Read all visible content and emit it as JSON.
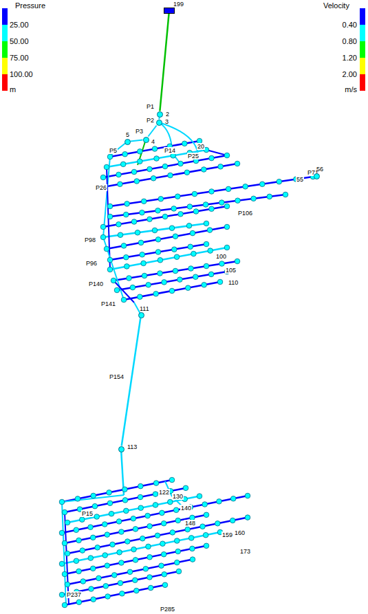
{
  "diagram": {
    "nodes": [
      {
        "text": [
          "199"
        ]
      },
      {
        "text": [
          "2"
        ]
      },
      {
        "text": [
          "3"
        ]
      },
      {
        "text": [
          "4"
        ]
      },
      {
        "text": [
          "5"
        ]
      },
      {
        "text": [
          "111"
        ]
      },
      {
        "text": [
          "113"
        ]
      },
      {
        "text": [
          "56"
        ]
      }
    ],
    "edges": [
      {
        "from": 0,
        "to": 1,
        "arrow": "none",
        "label": "P1"
      },
      {
        "from": 1,
        "to": 2,
        "arrow": "none",
        "label": "P2"
      },
      {
        "from": 2,
        "to": 3,
        "arrow": "none",
        "label": "P3"
      },
      {
        "from": 3,
        "to": 4,
        "arrow": "none"
      },
      {
        "from": 5,
        "to": 6,
        "arrow": "none",
        "label": "P154"
      }
    ],
    "labels": [
      "Pressure",
      "Velocity",
      "P5",
      "P14",
      "20",
      "P25",
      "P71",
      "55",
      "P106",
      "P98",
      "P96",
      "P26",
      "P140",
      "P141",
      "100",
      "105",
      "110",
      "122",
      "130",
      "140",
      "148",
      "P15",
      "159",
      "160",
      "173",
      "P237",
      "P285"
    ],
    "legend": [
      {
        "text": "25.00",
        "color": "#0000ff"
      },
      {
        "text": "50.00",
        "color": "#00ffff"
      },
      {
        "text": "75.00",
        "color": "#00ff00"
      },
      {
        "text": "100.00",
        "color": "#ffff00"
      },
      {
        "text": "m",
        "color": "#ff0000"
      },
      {
        "text": "0.40",
        "color": "#0000ff"
      },
      {
        "text": "0.80",
        "color": "#00ffff"
      },
      {
        "text": "1.20",
        "color": "#00ff00"
      },
      {
        "text": "2.00",
        "color": "#ffff00"
      },
      {
        "text": "m/s",
        "color": "#ff0000"
      }
    ]
  }
}
